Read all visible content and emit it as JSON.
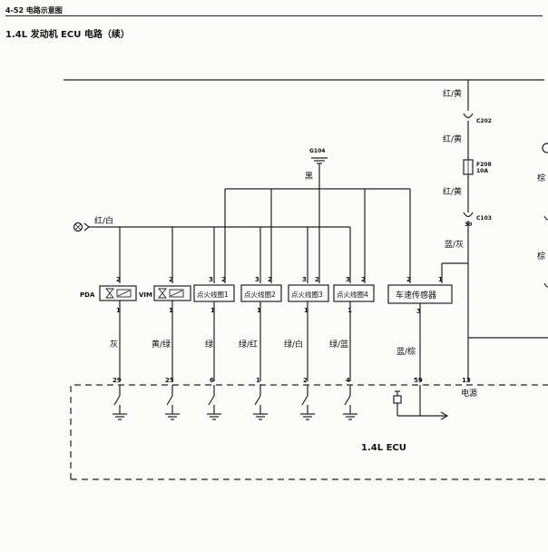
{
  "header": {
    "page_ref": "4-52 电路示意图",
    "title": "1.4L 发动机 ECU 电路（续）"
  },
  "wires": {
    "red_yellow": "红/黄",
    "red_white": "红/白",
    "black": "黑",
    "blue_gray": "蓝/灰",
    "blue_brown": "蓝/棕",
    "gray": "灰",
    "yellow_green": "黄/绿",
    "green": "绿",
    "green_red": "绿/红",
    "green_white": "绿/白",
    "green_blue": "绿/蓝",
    "brown": "棕"
  },
  "connectors": {
    "c202": "C202",
    "c103": "C103",
    "g104": "G104",
    "fuse_id": "F208",
    "fuse_rating": "10A",
    "c103_pin": "30"
  },
  "components": {
    "pda_label": "PDA",
    "vim_label": "VIM",
    "coil1": "点火线圈1",
    "coil2": "点火线圈2",
    "coil3": "点火线圈3",
    "coil4": "点火线圈4",
    "speed_sensor": "车速传感器"
  },
  "pins": {
    "p2": "2",
    "p3": "3",
    "p1": "1",
    "ecu_29": "29",
    "ecu_25": "25",
    "ecu_6": "6",
    "ecu_1": "1",
    "ecu_2": "2",
    "ecu_4": "4",
    "ecu_59": "59",
    "ecu_13": "13"
  },
  "ecu": {
    "name": "1.4L ECU",
    "power_label": "电源"
  }
}
